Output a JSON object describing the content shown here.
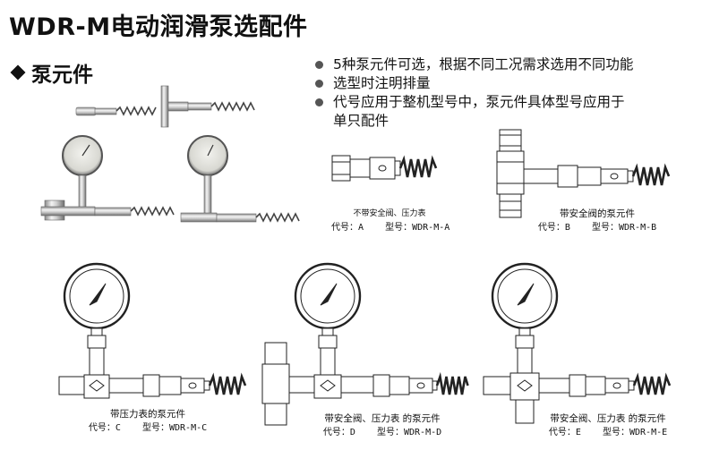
{
  "header": {
    "title": "WDR-M电动润滑泵选配件",
    "section_title": "泵元件"
  },
  "notes": [
    "5种泵元件可选，根据不同工况需求选用不同功能",
    "选型时注明排量",
    "代号应用于整机型号中，泵元件具体型号应用于",
    "单只配件"
  ],
  "variants": [
    {
      "desc": "不带安全阀、压力表",
      "code_label": "代号：A",
      "model_label": "型号：WDR-M-A"
    },
    {
      "desc": "带安全阀的泵元件",
      "code_label": "代号：B",
      "model_label": "型号：WDR-M-B"
    },
    {
      "desc": "带压力表的泵元件",
      "code_label": "代号：C",
      "model_label": "型号：WDR-M-C"
    },
    {
      "desc": "带安全阀、压力表 的泵元件",
      "code_label": "代号：D",
      "model_label": "型号：WDR-M-D"
    },
    {
      "desc": "带安全阀、压力表 的泵元件",
      "code_label": "代号：E",
      "model_label": "型号：WDR-M-E"
    }
  ]
}
